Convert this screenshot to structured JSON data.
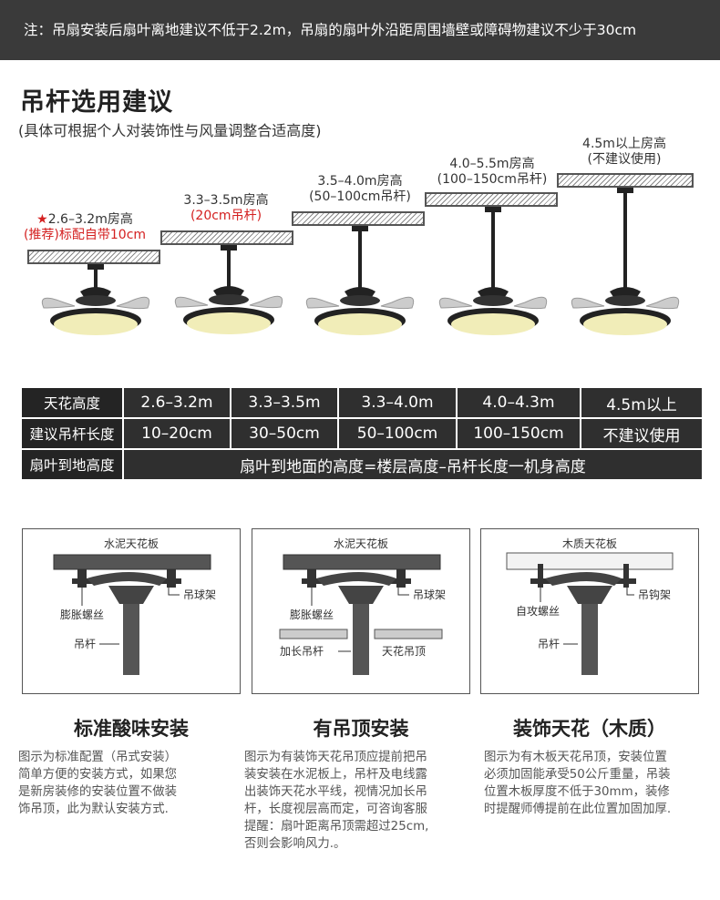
{
  "banner": {
    "text": "注：吊扇安装后扇叶离地建议不低于2.2m，吊扇的扇叶外沿距周围墙壁或障碍物建议不少于30cm"
  },
  "section": {
    "title": "吊杆选用建议",
    "subtitle": "(具体可根据个人对装饰性与风量调整合适高度)"
  },
  "levels": [
    {
      "star": "★",
      "line1": "2.6–3.2m房高",
      "line2": "(推荐)标配自带10cm"
    },
    {
      "line1": "3.3–3.5m房高",
      "line2": "(20cm吊杆)"
    },
    {
      "line1": "3.5–4.0m房高",
      "line2": "(50–100cm吊杆)"
    },
    {
      "line1": "4.0–5.5m房高",
      "line2": "(100–150cm吊杆)"
    },
    {
      "line1": "4.5m以上房高",
      "line2": "(不建议使用)"
    }
  ],
  "table": {
    "row1": [
      "天花高度",
      "2.6–3.2m",
      "3.3–3.5m",
      "3.3–4.0m",
      "4.0–4.3m",
      "4.5m以上"
    ],
    "row2": [
      "建议吊杆长度",
      "10–20cm",
      "30–50cm",
      "50–100cm",
      "100–150cm",
      "不建议使用"
    ],
    "row3": [
      "扇叶到地高度",
      "扇叶到地面的高度=楼层高度–吊杆长度一机身高度"
    ]
  },
  "diagrams": [
    {
      "ceiling": "水泥天花板",
      "screw": "膨胀螺丝",
      "mount": "吊球架",
      "rod": "吊杆"
    },
    {
      "ceiling": "水泥天花板",
      "screw": "膨胀螺丝",
      "mount": "吊球架",
      "rod_ext": "加长吊杆",
      "false_ceiling": "天花吊顶"
    },
    {
      "ceiling": "木质天花板",
      "screw": "自攻螺丝",
      "mount": "吊钩架",
      "rod": "吊杆"
    }
  ],
  "installs": [
    {
      "title": "标准酸味安装",
      "lines": [
        "图示为标准配置（吊式安装）",
        "简单方便的安装方式，如果您",
        "是新房装修的安装位置不做装",
        "饰吊顶，此为默认安装方式."
      ]
    },
    {
      "title": "有吊顶安装",
      "lines": [
        "图示为有装饰天花吊顶应提前把吊",
        "装安装在水泥板上，吊杆及电线露",
        "出装饰天花水平线，视情况加长吊",
        "杆，长度视层高而定，可咨询客服",
        "提醒：扇叶距离吊顶需超过25cm,",
        "否则会影响风力.。"
      ]
    },
    {
      "title": "装饰天花（木质）",
      "lines": [
        "图示为有木板天花吊顶，安装位置",
        "必须加固能承受50公斤重量，吊装",
        "位置木板厚度不低于30mm，装修",
        "时提醒师傅提前在此位置加固加厚."
      ]
    }
  ]
}
